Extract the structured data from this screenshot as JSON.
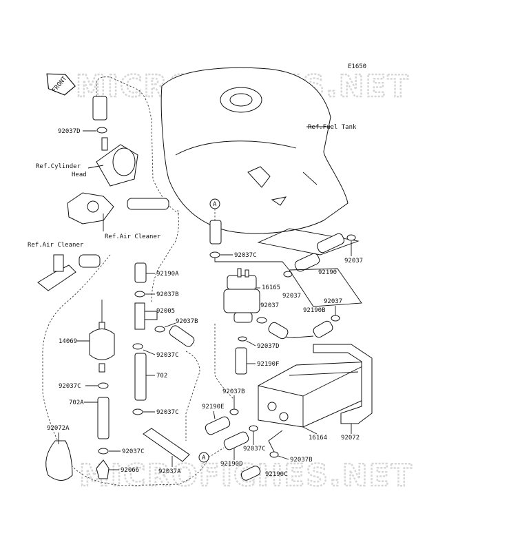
{
  "diagram": {
    "code": "E1650",
    "front_label": "FRONT",
    "watermark": "MICROFICHES.NET",
    "refs": {
      "fuel_tank": "Ref.Fuel Tank",
      "cylinder_head_1": "Ref.Cylinder",
      "cylinder_head_2": "Head",
      "air_cleaner_upper": "Ref.Air Cleaner",
      "air_cleaner_left": "Ref.Air Cleaner"
    },
    "ref_marker": "A",
    "parts": {
      "p92037D_top": "92037D",
      "p92190A": "92190A",
      "p92037B_1": "92037B",
      "p92005": "92005",
      "p92037B_2": "92037B",
      "p92037C_1": "92037C",
      "p702": "702",
      "p92037C_2": "92037C",
      "p92037C_3": "92037C",
      "p92066": "92066",
      "p92037A": "92037A",
      "p14069": "14069",
      "p92037C_left": "92037C",
      "p702A": "702A",
      "p92072A": "92072A",
      "p92037C_mid": "92037C",
      "p16165": "16165",
      "p92037_a": "92037",
      "p92037_b": "92037",
      "p92037D_mid": "92037D",
      "p92190F": "92190F",
      "p92037B_3": "92037B",
      "p92190E": "92190E",
      "p92190D": "92190D",
      "p92037C_4": "92037C",
      "p92037B_4": "92037B",
      "p92190C": "92190C",
      "p16164": "16164",
      "p92072": "92072",
      "p92037_r1": "92037",
      "p92190": "92190",
      "p92037_r2": "92037",
      "p92190B": "92190B"
    }
  }
}
